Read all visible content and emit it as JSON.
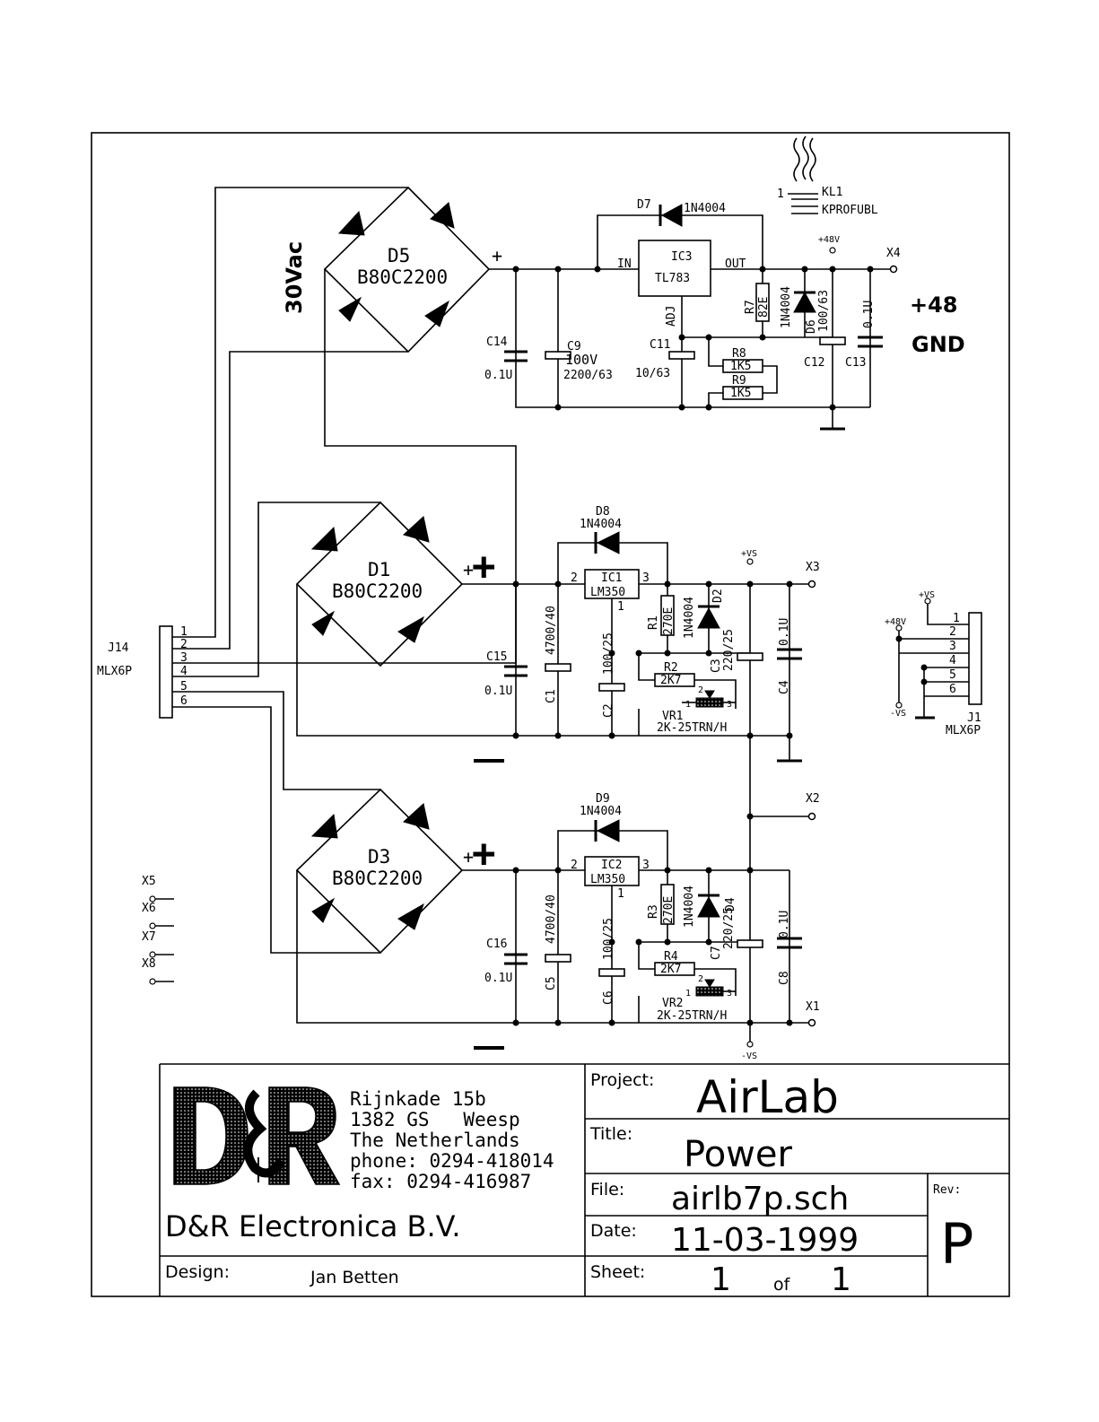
{
  "supply": {
    "ac_label": "30Vac",
    "bridges": [
      {
        "ref": "D5",
        "value": "B80C2200"
      },
      {
        "ref": "D1",
        "value": "B80C2200"
      },
      {
        "ref": "D3",
        "value": "B80C2200"
      }
    ],
    "plus_sign": "+",
    "minus_sign": "−"
  },
  "regulator48": {
    "ic_ref": "IC3",
    "ic_value": "TL783",
    "pin_in": "IN",
    "pin_out": "OUT",
    "pin_adj": "ADJ",
    "d7_ref": "D7",
    "d7_value": "1N4004",
    "r7_ref": "R7",
    "r7_value": "82E",
    "d6_value": "1N4004",
    "d6_ref": "D6",
    "d6_cap": "100/63",
    "c14_ref": "C14",
    "c14_value": "0.1U",
    "c9_ref": "C9",
    "c9_value1": "100V",
    "c9_value2": "2200/63",
    "c11_ref": "C11",
    "c11_value": "10/63",
    "r8_ref": "R8",
    "r8_value": "1K5",
    "r9_ref": "R9",
    "r9_value": "1K5",
    "c12_ref": "C12",
    "c13_ref": "C13",
    "c13_value": "0.1U",
    "rail_label": "+48V",
    "x4_ref": "X4",
    "out_plus": "+48",
    "out_gnd": "GND",
    "kl1_pin": "1",
    "kl1_ref": "KL1",
    "kl1_value": "KPROFUBL"
  },
  "positive_rail": {
    "d8_ref": "D8",
    "d8_value": "1N4004",
    "ic_ref": "IC1",
    "ic_value": "LM350",
    "pin2": "2",
    "pin3": "3",
    "pin1": "1",
    "r1_ref": "R1",
    "r1_value": "270E",
    "d2_value": "1N4004",
    "d2_ref": "D2",
    "c15_ref": "C15",
    "c15_value": "0.1U",
    "c1_ref": "C1",
    "c1_value": "4700/40",
    "c2_ref": "C2",
    "c2_value": "100/25",
    "r2_ref": "R2",
    "r2_value": "2K7",
    "c3_ref": "C3",
    "c3_value": "220/25",
    "c4_ref": "C4",
    "c4_value": "0.1U",
    "vr1_ref": "VR1",
    "vr1_value": "2K-25TRN/H",
    "vr_pin1": "1",
    "vr_pin2": "2",
    "vr_pin3": "3",
    "rail_label": "+VS",
    "x3_ref": "X3"
  },
  "negative_rail": {
    "d9_ref": "D9",
    "d9_value": "1N4004",
    "ic_ref": "IC2",
    "ic_value": "LM350",
    "pin2": "2",
    "pin3": "3",
    "pin1": "1",
    "r3_ref": "R3",
    "r3_value": "270E",
    "d4_value": "1N4004",
    "d4_ref": "D4",
    "c16_ref": "C16",
    "c16_value": "0.1U",
    "c5_ref": "C5",
    "c5_value": "4700/40",
    "c6_ref": "C6",
    "c6_value": "100/25",
    "r4_ref": "R4",
    "r4_value": "2K7",
    "c7_ref": "C7",
    "c7_value": "220/25",
    "c8_ref": "C8",
    "c8_value": "0.1U",
    "vr2_ref": "VR2",
    "vr2_value": "2K-25TRN/H",
    "vr_pin1": "1",
    "vr_pin2": "2",
    "vr_pin3": "3",
    "rail_label": "-VS",
    "x2_ref": "X2",
    "x1_ref": "X1"
  },
  "connectors": {
    "j14_ref": "J14",
    "j14_value": "MLX6P",
    "j14_pins": [
      "1",
      "2",
      "3",
      "4",
      "5",
      "6"
    ],
    "j1_ref": "J1",
    "j1_value": "MLX6P",
    "j1_pins": [
      "1",
      "2",
      "3",
      "4",
      "5",
      "6"
    ],
    "j1_plus_vs": "+VS",
    "j1_48v": "+48V",
    "j1_minus_vs": "-VS",
    "spare": [
      "X5",
      "X6",
      "X7",
      "X8"
    ]
  },
  "title_block": {
    "address": [
      "Rijnkade 15b",
      "1382 GS   Weesp",
      "The Netherlands",
      "phone: 0294-418014",
      "fax: 0294-416987"
    ],
    "company": "D&R Electronica B.V.",
    "logo_text": "D&R",
    "design_label": "Design:",
    "design_value": "Jan Betten",
    "project_label": "Project:",
    "project_value": "AirLab",
    "title_label": "Title:",
    "title_value": "Power",
    "file_label": "File:",
    "file_value": "airlb7p.sch",
    "date_label": "Date:",
    "date_value": "11-03-1999",
    "sheet_label": "Sheet:",
    "sheet_value": "1",
    "sheet_of": "of",
    "sheet_total": "1",
    "rev_label": "Rev:",
    "rev_value": "P"
  }
}
